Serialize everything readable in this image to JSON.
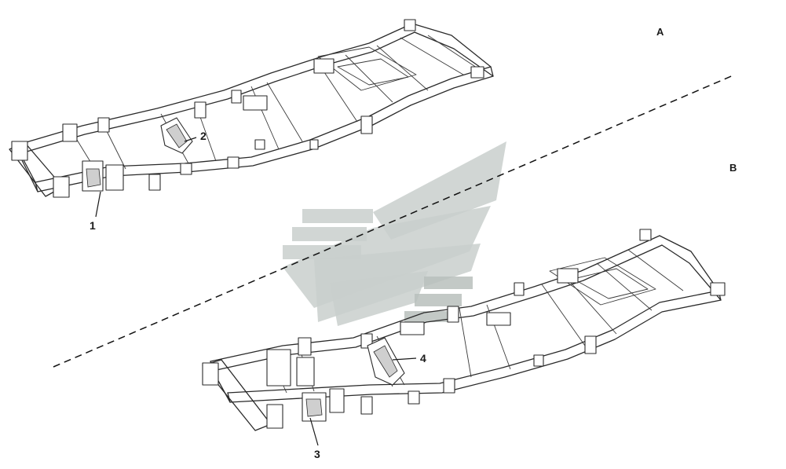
{
  "diagram": {
    "section_labels": {
      "a": "A",
      "b": "B"
    },
    "callouts": {
      "c1": "1",
      "c2": "2",
      "c3": "3",
      "c4": "4"
    },
    "colors": {
      "line": "#2a2a2a",
      "watermark": "#c9cfcc",
      "background": "#ffffff"
    },
    "icons": {
      "watermark": "stylized-stripes-logo-icon"
    }
  }
}
